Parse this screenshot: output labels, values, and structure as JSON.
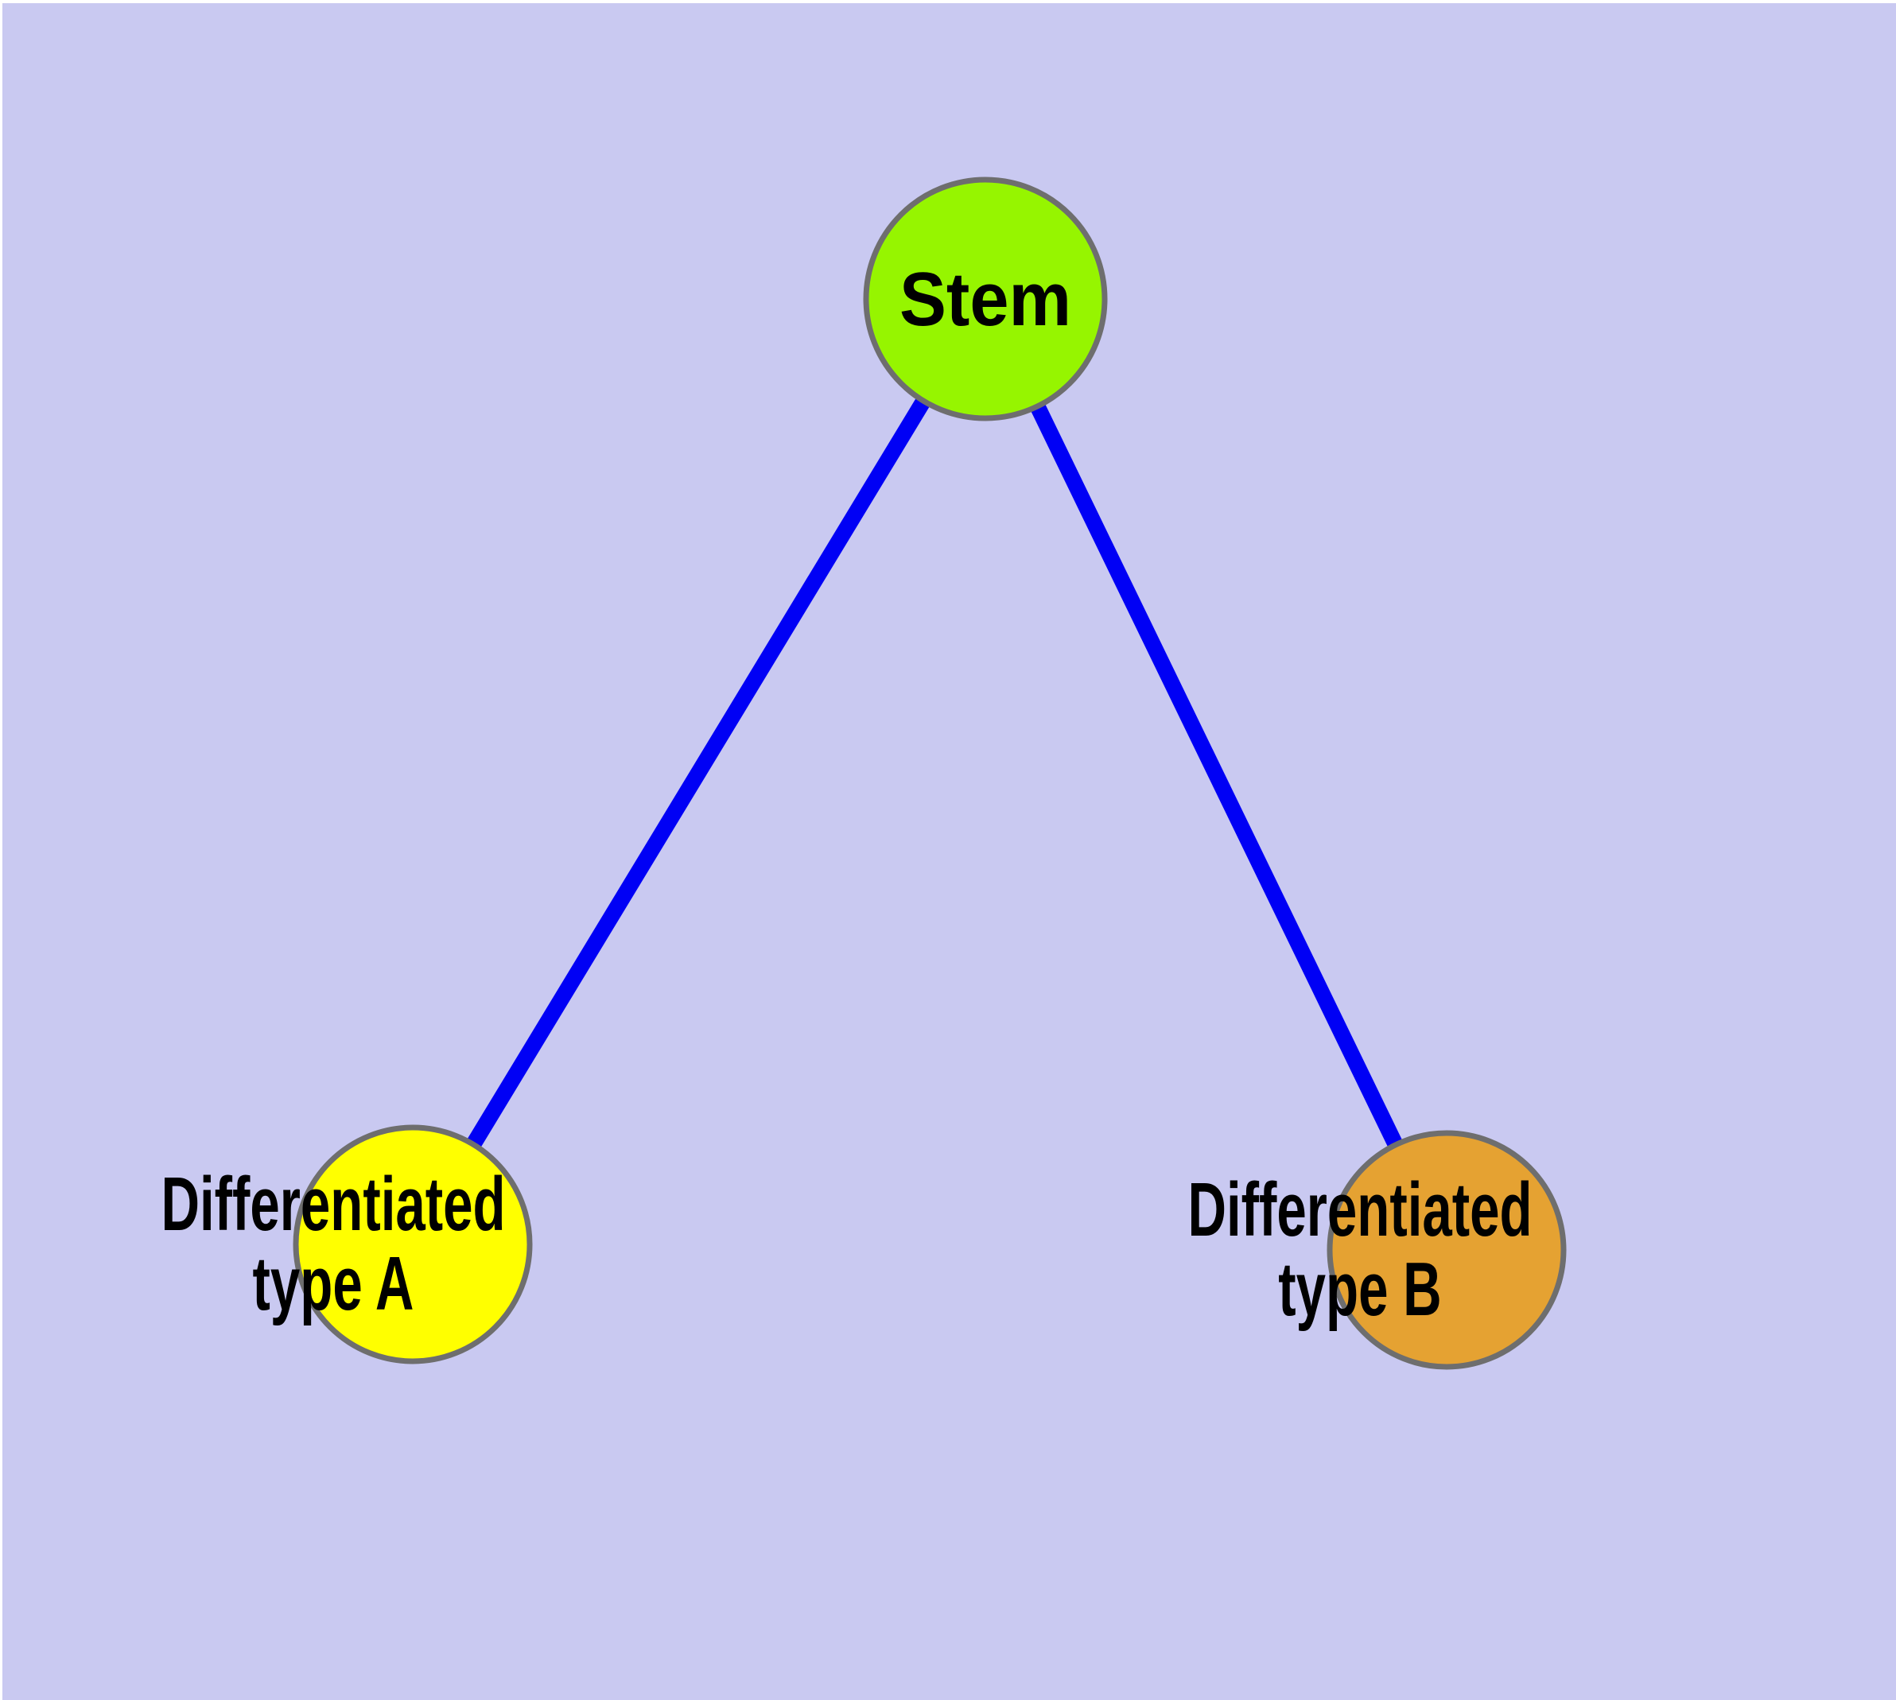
{
  "diagram": {
    "type": "graph",
    "description": "Tree diagram of a stem node linked to two differentiated cell type nodes",
    "colors": {
      "background": "#c9c9f1",
      "page_margin": "#ffffff",
      "edge": "#0000f5",
      "node_border": "#6e6e6e",
      "label": "#000000"
    },
    "nodes": {
      "stem": {
        "label": "Stem",
        "fill": "#96f500"
      },
      "type_a": {
        "label_line1": "Differentiated",
        "label_line2": "type A",
        "fill": "#ffff00"
      },
      "type_b": {
        "label_line1": "Differentiated",
        "label_line2": "type B",
        "fill": "#e5a232"
      }
    },
    "edges": [
      {
        "from": "Stem",
        "to": "Differentiated type A"
      },
      {
        "from": "Stem",
        "to": "Differentiated type B"
      }
    ]
  }
}
